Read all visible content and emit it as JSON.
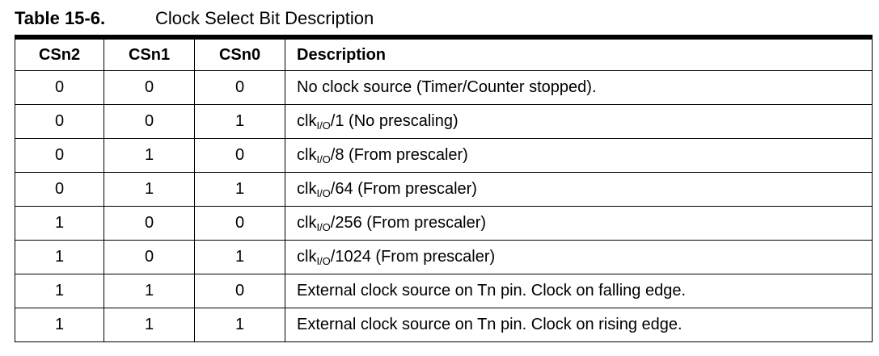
{
  "caption": {
    "label": "Table 15-6.",
    "title": "Clock Select Bit Description"
  },
  "table": {
    "headers": [
      "CSn2",
      "CSn1",
      "CSn0",
      "Description"
    ],
    "rows": [
      {
        "cs2": "0",
        "cs1": "0",
        "cs0": "0",
        "desc": "No clock source (Timer/Counter stopped)."
      },
      {
        "cs2": "0",
        "cs1": "0",
        "cs0": "1",
        "desc_pre": "clk",
        "desc_sub": "I/O",
        "desc_post": "/1 (No prescaling)"
      },
      {
        "cs2": "0",
        "cs1": "1",
        "cs0": "0",
        "desc_pre": "clk",
        "desc_sub": "I/O",
        "desc_post": "/8 (From prescaler)"
      },
      {
        "cs2": "0",
        "cs1": "1",
        "cs0": "1",
        "desc_pre": "clk",
        "desc_sub": "I/O",
        "desc_post": "/64 (From prescaler)"
      },
      {
        "cs2": "1",
        "cs1": "0",
        "cs0": "0",
        "desc_pre": "clk",
        "desc_sub": "I/O",
        "desc_post": "/256 (From prescaler)"
      },
      {
        "cs2": "1",
        "cs1": "0",
        "cs0": "1",
        "desc_pre": "clk",
        "desc_sub": "I/O",
        "desc_post": "/1024 (From prescaler)"
      },
      {
        "cs2": "1",
        "cs1": "1",
        "cs0": "0",
        "desc": "External clock source on Tn pin. Clock on falling edge."
      },
      {
        "cs2": "1",
        "cs1": "1",
        "cs0": "1",
        "desc": "External clock source on Tn pin. Clock on rising edge."
      }
    ]
  }
}
